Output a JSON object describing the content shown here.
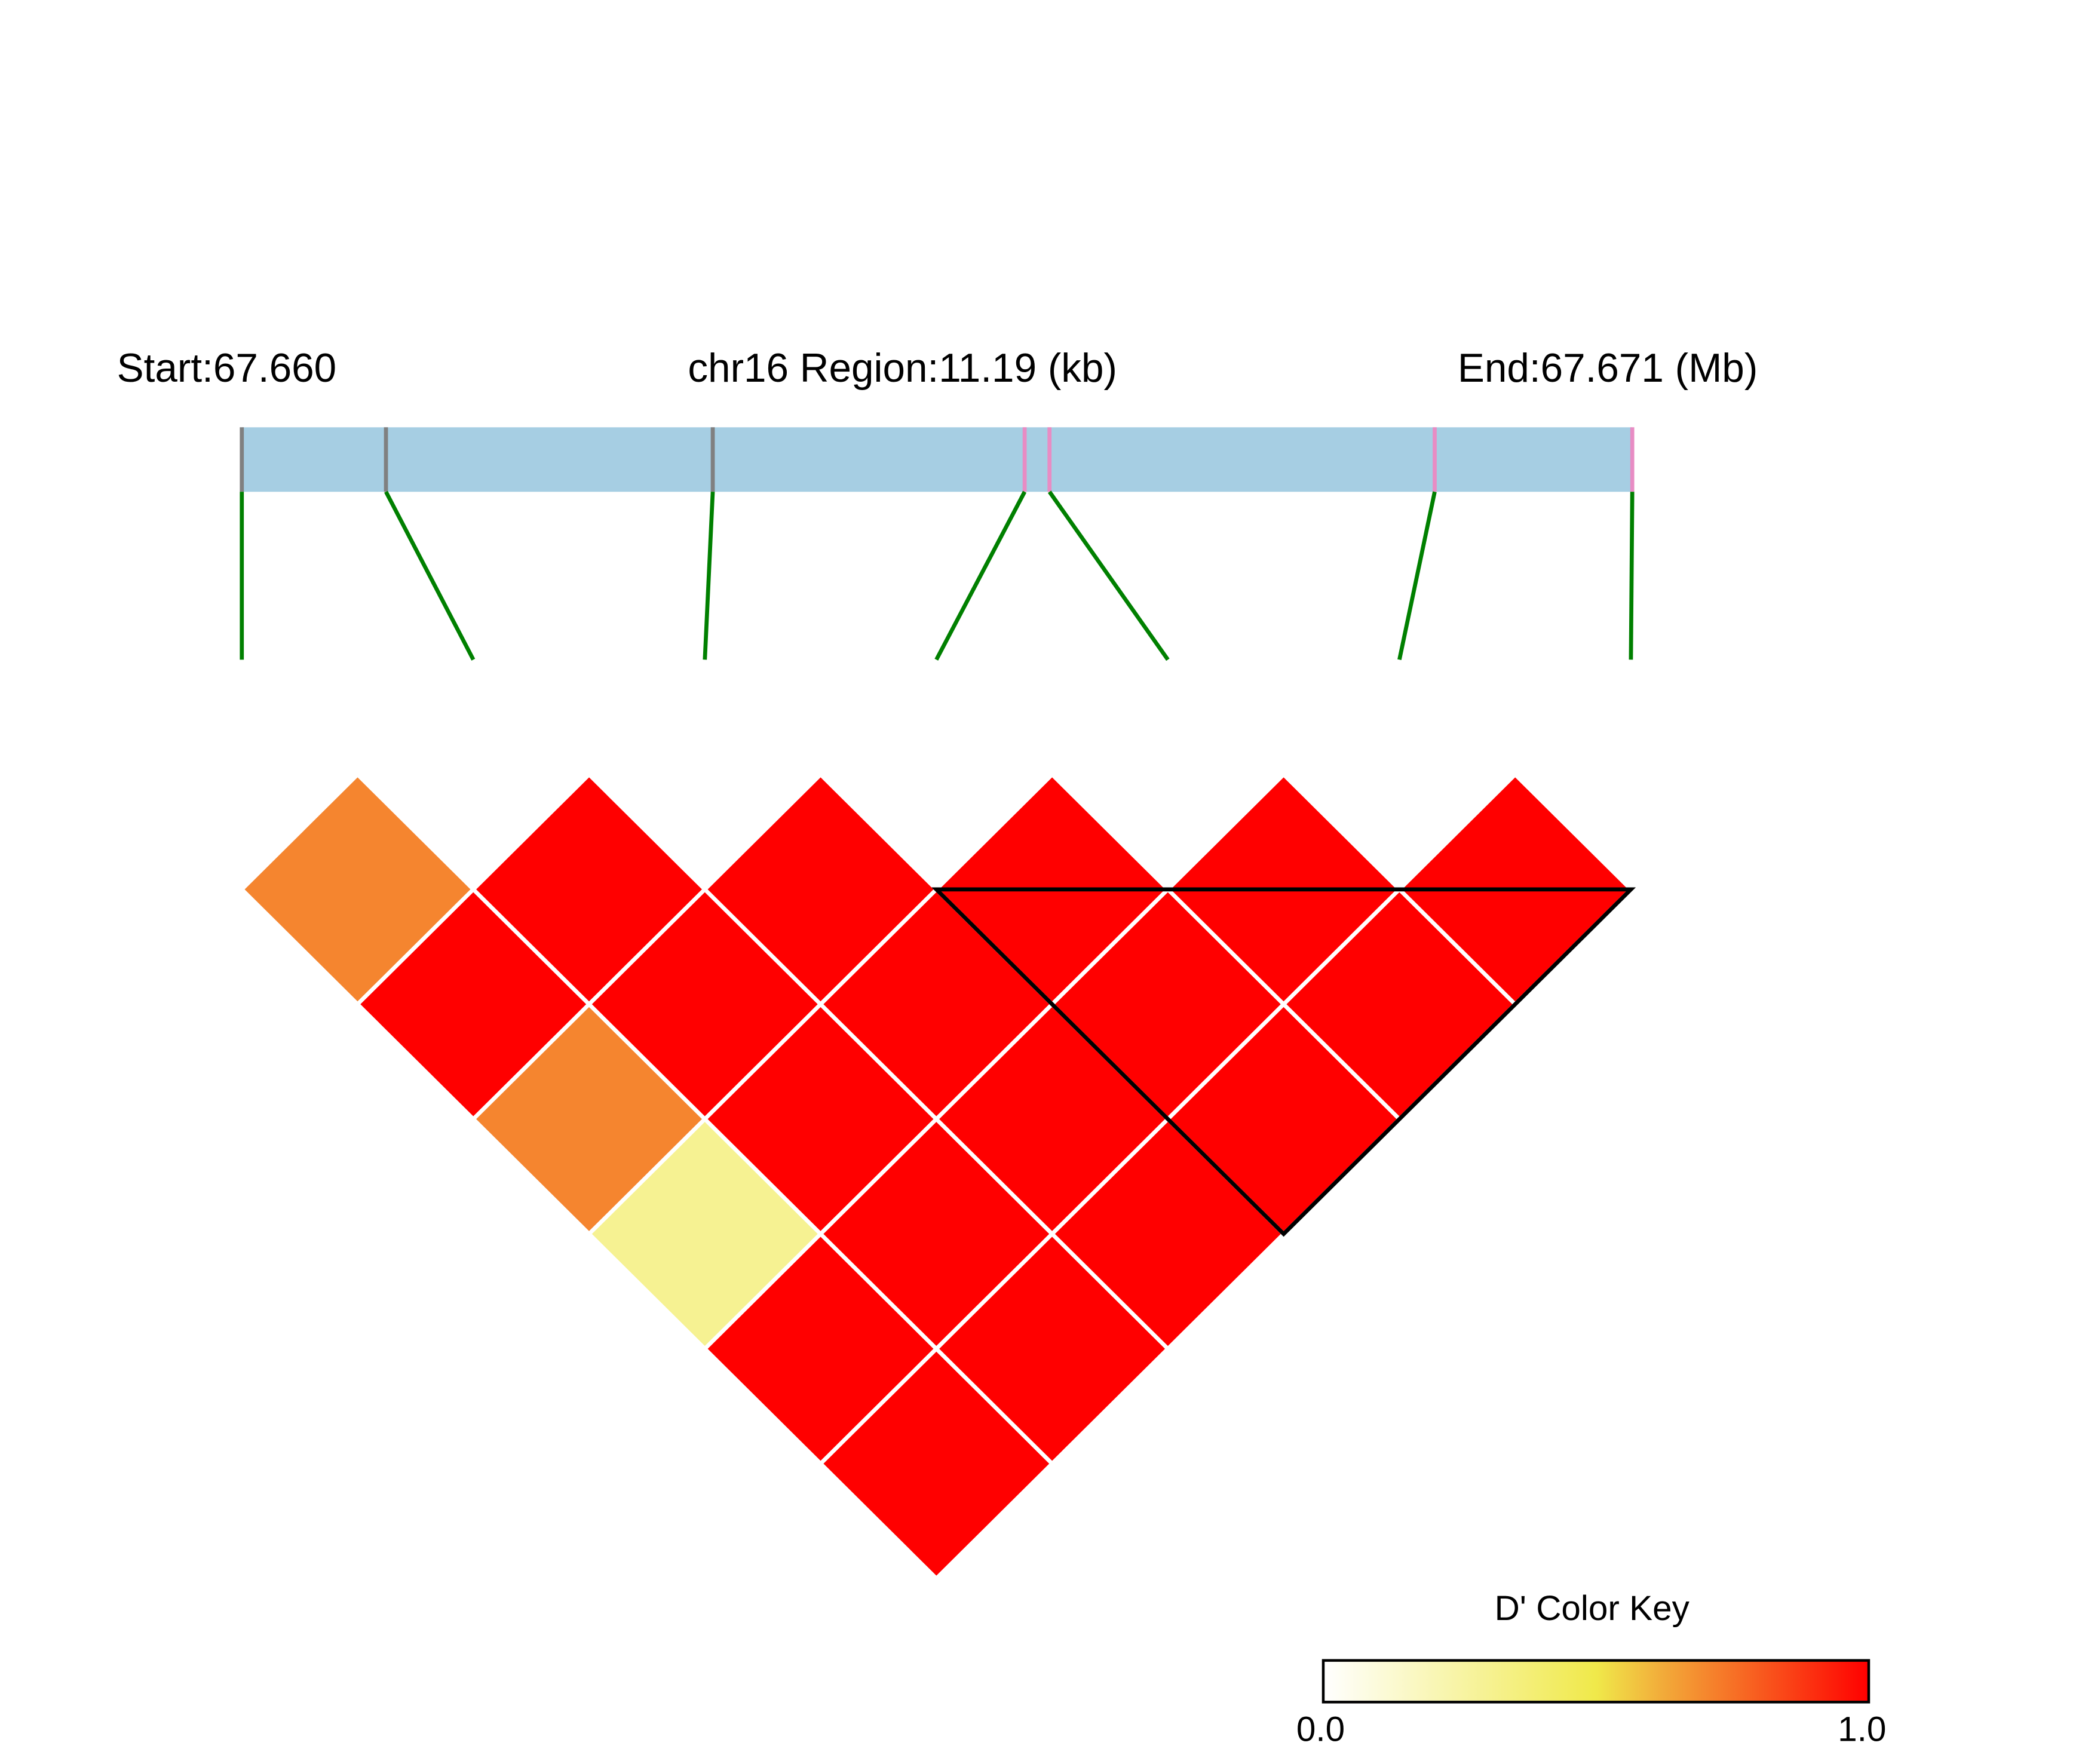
{
  "chart_data": {
    "type": "heatmap",
    "labels": {
      "start": "Start:67.660",
      "region": "chr16 Region:11.19 (kb)",
      "end": "End:67.671 (Mb)"
    },
    "region_kb": 11.19,
    "snp_positions_kb": [
      0.0,
      1.16,
      3.79,
      6.3,
      6.5,
      9.6,
      11.19
    ],
    "snp_marker_colors": [
      "#808080",
      "#808080",
      "#808080",
      "#e88cc4",
      "#e88cc4",
      "#e88cc4",
      "#e88cc4"
    ],
    "dprime_matrix_upper": [
      [
        0.7,
        1.0,
        0.7,
        0.3,
        1.0,
        1.0
      ],
      [
        1.0,
        1.0,
        1.0,
        1.0,
        1.0
      ],
      [
        1.0,
        1.0,
        1.0,
        1.0
      ],
      [
        1.0,
        1.0,
        1.0
      ],
      [
        1.0,
        1.0
      ],
      [
        1.0
      ]
    ],
    "ld_blocks": [
      [
        4,
        7
      ]
    ],
    "colors": {
      "region_bar": "#a6cee3",
      "connector": "#008000",
      "cell_border": "#ffffff",
      "block_outline": "#000000",
      "scale": [
        "#ffffff",
        "#f0e94a",
        "#f2a93b",
        "#ff0000"
      ]
    },
    "legend": {
      "title": "D' Color Key",
      "min_label": "0.0",
      "max_label": "1.0",
      "range": [
        0.0,
        1.0
      ],
      "placement": "bottom-right"
    }
  }
}
